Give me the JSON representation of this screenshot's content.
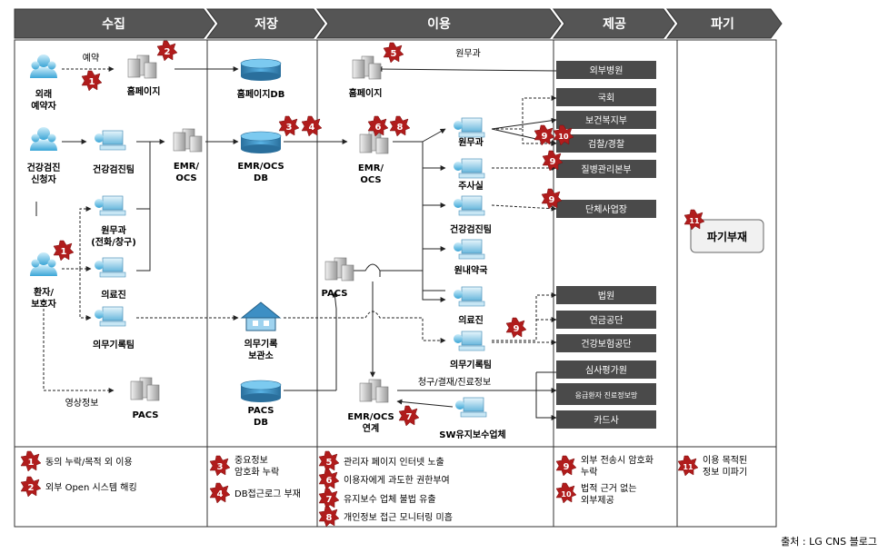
{
  "phases": [
    "수집",
    "저장",
    "이용",
    "제공",
    "파기"
  ],
  "collection": {
    "reservation_label": "예약",
    "foreign_patient": [
      "외래",
      "예약자"
    ],
    "homepage": "홈페이지",
    "checkup_applicant": [
      "건강검진",
      "신청자"
    ],
    "checkup_team": "건강검진팀",
    "admin_dept": [
      "원무과",
      "(전화/창구)"
    ],
    "medical_staff": "의료진",
    "patient_guardian": [
      "환자/",
      "보호자"
    ],
    "records_team": "의무기록팀",
    "imaging_label": "영상정보",
    "pacs": "PACS",
    "emr_ocs": [
      "EMR/",
      "OCS"
    ]
  },
  "storage": {
    "homepage_db": "홈페이지DB",
    "emr_ocs_db": [
      "EMR/OCS",
      "DB"
    ],
    "records_archive": [
      "의무기록",
      "보관소"
    ],
    "pacs_db": [
      "PACS",
      "DB"
    ]
  },
  "usage": {
    "admin_dept_label": "원무과",
    "homepage": "홈페이지",
    "emr_ocs": [
      "EMR/",
      "OCS"
    ],
    "admin_dept": "원무과",
    "injection_room": "주사실",
    "checkup_team": "건강검진팀",
    "pharmacy": "원내약국",
    "medical_staff": "의료진",
    "records_team": "의무기록팀",
    "pacs": "PACS",
    "emr_ocs_link": [
      "EMR/OCS",
      "연계"
    ],
    "billing_label": "청구/결재/진료정보",
    "sw_vendor": "SW유지보수업체"
  },
  "provision": {
    "boxes": [
      "외부병원",
      "국회",
      "보건복지부",
      "검찰/경찰",
      "질병관리본부",
      "단체사업장",
      "법원",
      "연금공단",
      "건강보험공단",
      "심사평가원",
      "응급환자 진료정보망",
      "카드사"
    ]
  },
  "disposal": {
    "box": "파기부재"
  },
  "markers": [
    "1",
    "2",
    "3",
    "4",
    "5",
    "6",
    "8",
    "9",
    "10",
    "9",
    "9",
    "9",
    "11",
    "1",
    "7"
  ],
  "legend": {
    "collection": [
      {
        "num": "1",
        "text": "동의 누락/목적 외 이용"
      },
      {
        "num": "2",
        "text": "외부 Open 시스템 해킹"
      }
    ],
    "storage": [
      {
        "num": "3",
        "text": [
          "중요정보",
          "암호화 누락"
        ]
      },
      {
        "num": "4",
        "text": [
          "DB접근로그 부재"
        ]
      }
    ],
    "usage": [
      {
        "num": "5",
        "text": "관리자 페이지 인터넷 노출"
      },
      {
        "num": "6",
        "text": "이용자에게 과도한 권한부여"
      },
      {
        "num": "7",
        "text": "유지보수 업체 불법 유출"
      },
      {
        "num": "8",
        "text": "개인정보 접근 모니터링 미흡"
      }
    ],
    "provision": [
      {
        "num": "9",
        "text": [
          "외부 전송시 암호화",
          "누락"
        ]
      },
      {
        "num": "10",
        "text": [
          "법적 근거 없는",
          "외부제공"
        ]
      }
    ],
    "disposal": [
      {
        "num": "11",
        "text": [
          "이용 목적된",
          "정보 미파기"
        ]
      }
    ]
  },
  "source": "출처 : LG CNS 블로그",
  "colors": {
    "header": "#555555",
    "db": "#2e7fb0",
    "dark_box": "#4a4a4a",
    "marker": "#b01c1c"
  }
}
